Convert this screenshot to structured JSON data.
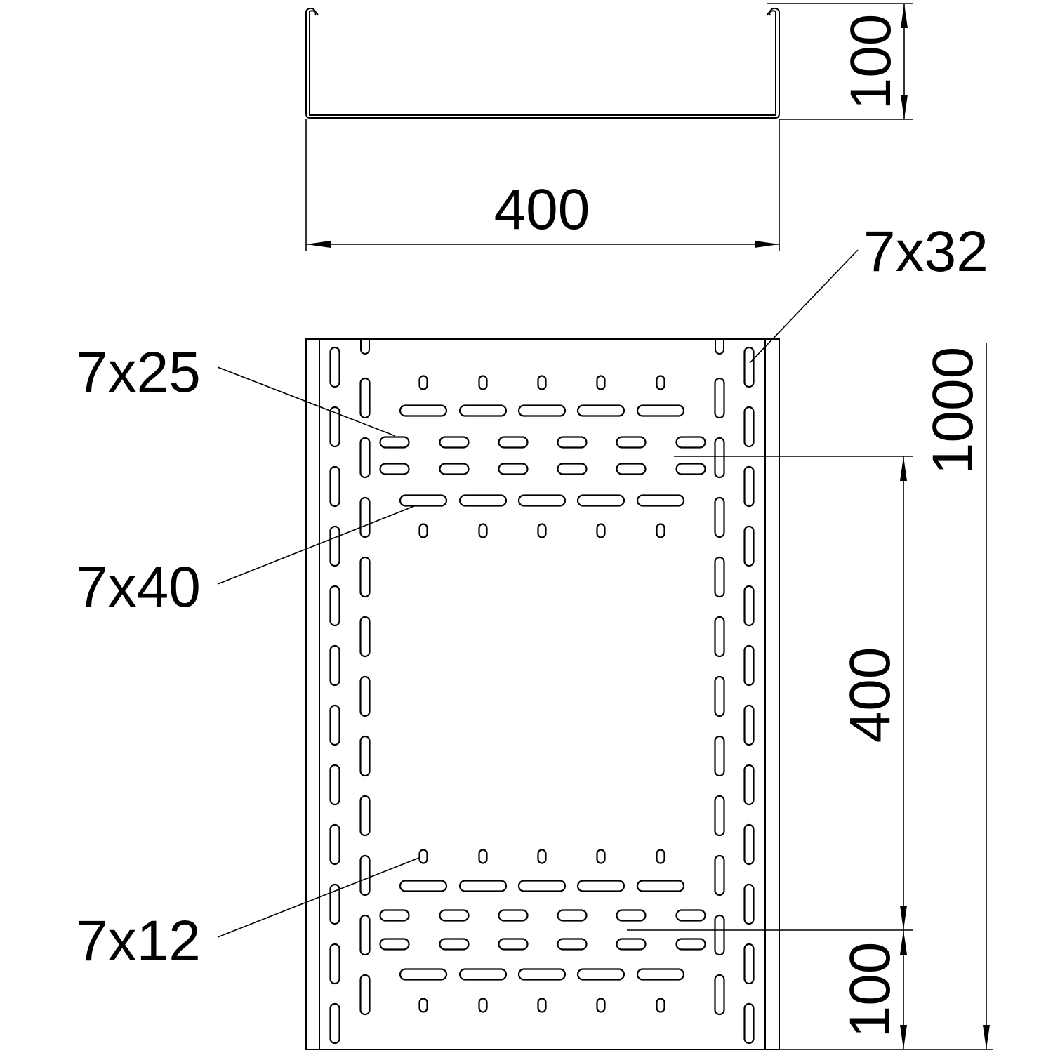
{
  "drawing": {
    "section_view": {
      "width_dim": "400",
      "height_dim": "100"
    },
    "plan_view": {
      "length_dim": "1000",
      "span_dim": "400",
      "end_dim": "100"
    },
    "callouts": {
      "side_slot": "7x32",
      "short_slot": "7x25",
      "long_slot": "7x40",
      "small_hole": "7x12"
    },
    "line_color": "#000000",
    "background": "#ffffff"
  }
}
